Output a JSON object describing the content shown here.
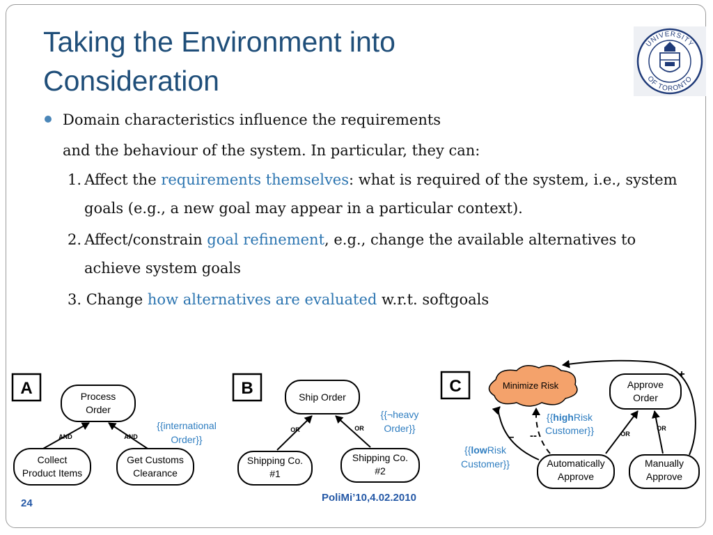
{
  "slide": {
    "title_line1": "Taking the Environment into",
    "title_line2": "Consideration",
    "logo_text_top": "UNIVERSITY",
    "logo_text_bottom": "OF TORONTO",
    "bullet_line1": "Domain characteristics influence the requirements",
    "bullet_line2": "and the behaviour of the system. In particular, they can:",
    "items": [
      {
        "num": "1.",
        "pre": "Affect the ",
        "hl": "requirements themselves",
        "post": ": what is required of the system, i.e., system goals (e.g., a new goal may appear in a particular context)."
      },
      {
        "num": "2.",
        "pre": "Affect/constrain ",
        "hl": "goal refinement",
        "post": ", e.g., change the available alternatives to achieve system goals"
      },
      {
        "num": "3.",
        "pre": " Change ",
        "hl": "how alternatives are evaluated",
        "post": " w.r.t. softgoals"
      }
    ],
    "footer": "PoliMi’10,4.02.2010",
    "page_number": "24"
  },
  "diagram_a": {
    "label": "A",
    "root_l1": "Process",
    "root_l2": "Order",
    "left_l1": "Collect",
    "left_l2": "Product Items",
    "right_l1": "Get Customs",
    "right_l2": "Clearance",
    "and_left": "AND",
    "and_right": "AND",
    "context_l1": "{{international",
    "context_l2": "Order}}"
  },
  "diagram_b": {
    "label": "B",
    "root": "Ship Order",
    "left_l1": "Shipping Co.",
    "left_l2": "#1",
    "right_l1": "Shipping Co.",
    "right_l2": "#2",
    "or_left": "OR",
    "or_right": "OR",
    "context_l1": "{{¬heavy",
    "context_l2": "Order}}"
  },
  "diagram_c": {
    "label": "C",
    "softgoal": "Minimize Risk",
    "goal_l1": "Approve",
    "goal_l2": "Order",
    "auto_l1": "Automatically",
    "auto_l2": "Approve",
    "manual_l1": "Manually",
    "manual_l2": "Approve",
    "or_left": "OR",
    "or_right": "OR",
    "plus": "+",
    "minus": "–",
    "minus2": "--",
    "high_pre": "{{",
    "high_bold": "high",
    "high_post": "Risk",
    "high_l2": "Customer}}",
    "low_pre": "{{",
    "low_bold": "low",
    "low_post": "Risk",
    "low_l2": "Customer}}"
  },
  "colors": {
    "title": "#1f4e79",
    "highlight": "#2b74b0",
    "context": "#2e7dc0",
    "softgoal_fill": "#f4a26b",
    "footer": "#2458a6",
    "logo_ink": "#1f3a78"
  }
}
